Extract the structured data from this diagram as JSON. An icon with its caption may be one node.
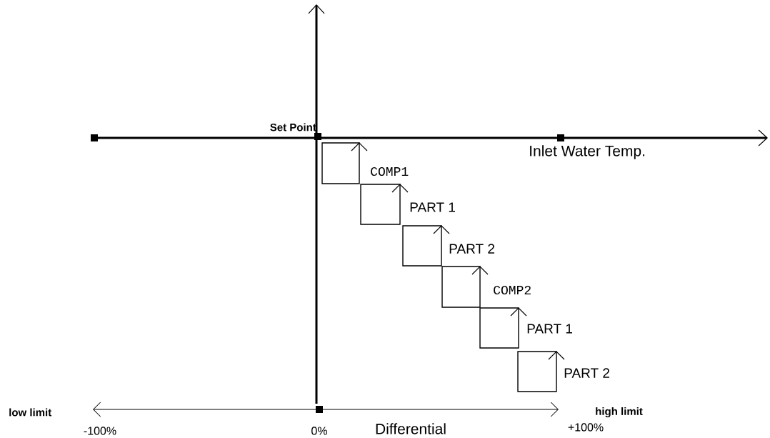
{
  "diagram": {
    "nodes": [
      {
        "text": [],
        "shape": "box",
        "beside": [
          "COMP1"
        ]
      },
      {
        "text": [],
        "shape": "box",
        "beside": [
          "PART 1"
        ]
      },
      {
        "text": [],
        "shape": "box",
        "beside": [
          "PART 2"
        ]
      },
      {
        "text": [],
        "shape": "box",
        "beside": [
          "COMP2"
        ]
      },
      {
        "text": [],
        "shape": "box",
        "beside": [
          "PART 1"
        ]
      },
      {
        "text": [],
        "shape": "box",
        "beside": [
          "PART 2"
        ]
      }
    ],
    "labels": [
      "Set Point",
      "Inlet Water Temp.",
      "low limit",
      "high limit",
      "-100%",
      "0%",
      "Differential",
      "+100%"
    ]
  }
}
